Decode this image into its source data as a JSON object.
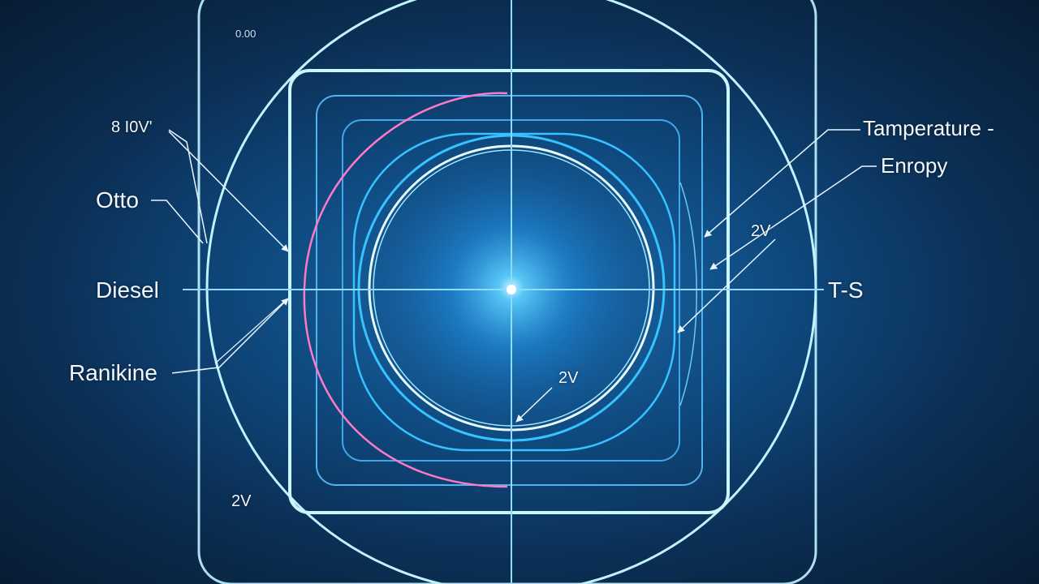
{
  "labels": {
    "top_left_small": "0.00",
    "left_top": "8 I0V'",
    "otto": "Otto",
    "diesel": "Diesel",
    "rankine": "Ranikine",
    "bottom_left": "2V",
    "temperature": "Tamperature -",
    "entropy": "Enropy",
    "right_mid": "2V",
    "ts": "T-S",
    "center_bottom": "2V"
  },
  "colors": {
    "background": "#0b2f55",
    "outline_light": "#bff3ff",
    "outline_cyan": "#36c3ff",
    "cycle_pink": "#ff79c6",
    "glow": "#bfefff"
  }
}
